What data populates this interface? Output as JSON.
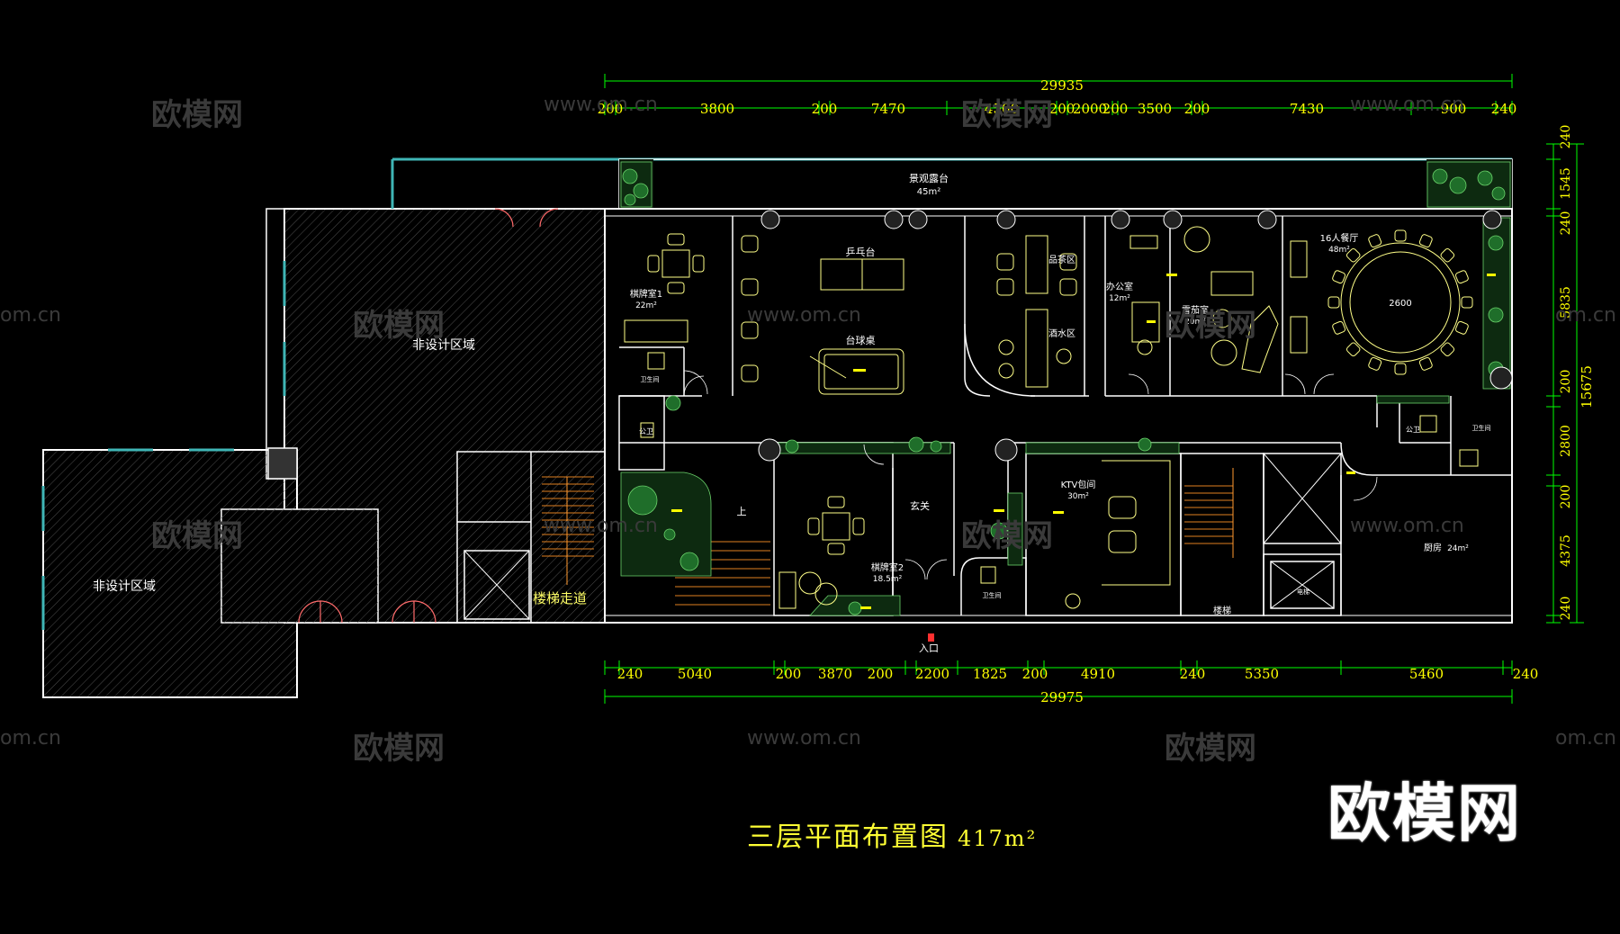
{
  "title": {
    "main": "三层平面布置图",
    "area": "417m²"
  },
  "logo": "欧模网",
  "watermarks": {
    "cn": "欧模网",
    "url": "www.om.cn",
    "partial": "om.cn"
  },
  "colors": {
    "wall": "#ffffff",
    "dim": "#ffff00",
    "dim_line": "#00ff00",
    "furniture": "#ffff66",
    "plants": "#4caf50",
    "window": "#3fb6b6",
    "hatch": "#5a5a5a",
    "title": "#ffff33"
  },
  "dimensions": {
    "top_total": "29935",
    "top": [
      "200",
      "3800",
      "200",
      "7470",
      "4500",
      "200",
      "2000",
      "200",
      "3500",
      "200",
      "7430",
      "900",
      "240"
    ],
    "bottom_total": "29975",
    "bottom": [
      "240",
      "5040",
      "200",
      "3870",
      "200",
      "2200",
      "1825",
      "200",
      "4910",
      "240",
      "5350",
      "5460",
      "240"
    ],
    "right_total": "15675",
    "right": [
      "240",
      "1545",
      "240",
      "5835",
      "200",
      "2800",
      "200",
      "4375",
      "240"
    ]
  },
  "rooms": {
    "non_design_1": "非设计区域",
    "non_design_2": "非设计区域",
    "terrace": "景观露台",
    "terrace_area": "45m²",
    "chess1": "棋牌室1",
    "chess1_area": "22m²",
    "toilet1": "卫生间",
    "public1": "公卫",
    "pingpong": "乒乓台",
    "billiard": "台球桌",
    "tea": "品茶区",
    "bar": "酒水区",
    "office": "办公室",
    "office_area": "12m²",
    "cigar": "雪茄室",
    "cigar_area": "20m²",
    "dining": "16人餐厅",
    "dining_area": "48m²",
    "table_size": "2600",
    "public2": "公卫",
    "toilet_r": "卫生间",
    "chess2": "棋牌室2",
    "chess2_area": "18.5m²",
    "foyer": "玄关",
    "toilet2": "卫生间",
    "ktv": "KTV包间",
    "ktv_area": "30m²",
    "stair_corridor": "楼梯走道",
    "stair": "楼梯",
    "elevator": "电梯",
    "kitchen": "厨房",
    "kitchen_area": "24m²",
    "up": "上",
    "entry": "入口"
  }
}
